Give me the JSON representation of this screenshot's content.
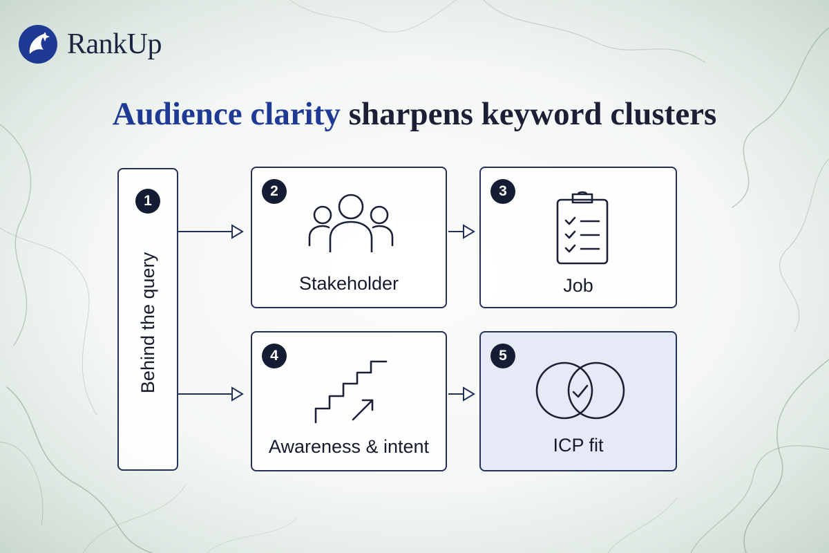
{
  "brand": {
    "name": "RankUp"
  },
  "title": {
    "accent": "Audience clarity",
    "rest": "sharpens keyword clusters"
  },
  "steps": [
    {
      "number": "1",
      "label": "Behind the query",
      "icon": "none"
    },
    {
      "number": "2",
      "label": "Stakeholder",
      "icon": "people-group-icon"
    },
    {
      "number": "3",
      "label": "Job",
      "icon": "clipboard-checklist-icon"
    },
    {
      "number": "4",
      "label": "Awareness & intent",
      "icon": "stairs-arrow-icon"
    },
    {
      "number": "5",
      "label": "ICP fit",
      "icon": "venn-check-icon"
    }
  ],
  "colors": {
    "accent": "#1e3a94",
    "ink": "#1b2036",
    "border": "#23305a",
    "highlight_fill": "#e6e9f6",
    "badge": "#151d35"
  }
}
